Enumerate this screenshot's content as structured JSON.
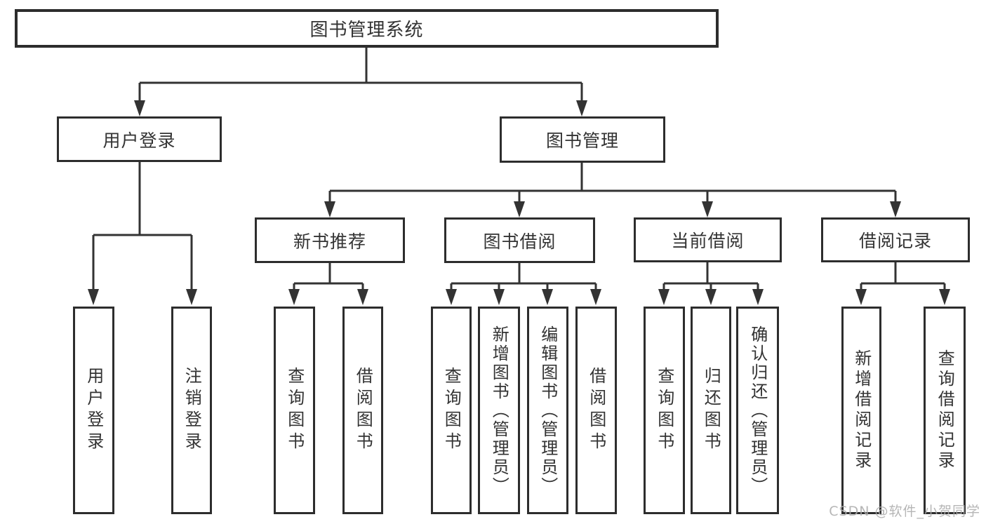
{
  "diagram": {
    "root": {
      "label": "图书管理系统"
    },
    "level2": [
      {
        "id": "user-login",
        "label": "用户登录"
      },
      {
        "id": "book-management",
        "label": "图书管理"
      }
    ],
    "level3": [
      {
        "id": "new-book-recommend",
        "label": "新书推荐"
      },
      {
        "id": "book-borrowing",
        "label": "图书借阅"
      },
      {
        "id": "current-borrowing",
        "label": "当前借阅"
      },
      {
        "id": "borrowing-records",
        "label": "借阅记录"
      }
    ],
    "leaves": [
      {
        "id": "user-login",
        "label": "用户登录",
        "parent": "user-login"
      },
      {
        "id": "logout",
        "label": "注销登录",
        "parent": "user-login"
      },
      {
        "id": "nb-query-books",
        "label": "查询图书",
        "parent": "new-book-recommend"
      },
      {
        "id": "nb-borrow-books",
        "label": "借阅图书",
        "parent": "new-book-recommend"
      },
      {
        "id": "bb-query-books",
        "label": "查询图书",
        "parent": "book-borrowing"
      },
      {
        "id": "bb-add-books-admin",
        "label": "新增图书（管理员）",
        "parent": "book-borrowing"
      },
      {
        "id": "bb-edit-books-admin",
        "label": "编辑图书（管理员）",
        "parent": "book-borrowing"
      },
      {
        "id": "bb-borrow-books",
        "label": "借阅图书",
        "parent": "book-borrowing"
      },
      {
        "id": "cb-query-books",
        "label": "查询图书",
        "parent": "current-borrowing"
      },
      {
        "id": "cb-return-books",
        "label": "归还图书",
        "parent": "current-borrowing"
      },
      {
        "id": "cb-confirm-return-admin",
        "label": "确认归还（管理员）",
        "parent": "current-borrowing"
      },
      {
        "id": "br-add-record",
        "label": "新增借阅记录",
        "parent": "borrowing-records"
      },
      {
        "id": "br-query-record",
        "label": "查询借阅记录",
        "parent": "borrowing-records"
      }
    ]
  },
  "watermark": {
    "text": "CSDN @软件_小贺同学"
  },
  "colors": {
    "line": "#333333",
    "box_border": "#2d2d2d",
    "text": "#333333",
    "background": "#ffffff",
    "watermark": "#acacac"
  }
}
